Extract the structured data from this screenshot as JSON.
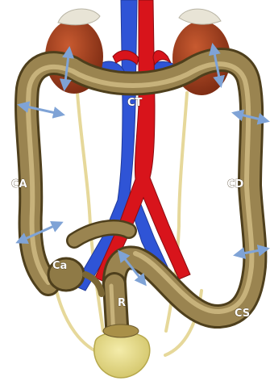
{
  "labels": {
    "ct": "CT",
    "ca": "CA",
    "cd": "CD",
    "cs": "CS",
    "ca_small": "Ca",
    "r": "R"
  },
  "colors": {
    "colon": "#9a8450",
    "colon_dark": "#6c5a2c",
    "colon_light": "#c3ad73",
    "kidney": "#9b3a1c",
    "adrenal": "#e8e4d6",
    "vena_cava": "#2f54d6",
    "aorta": "#d8141b",
    "ureter": "#e6d89a",
    "bladder": "#e7dc7e",
    "arrow": "#7fa3d6"
  },
  "icons": [
    "double-arrow-icon"
  ]
}
